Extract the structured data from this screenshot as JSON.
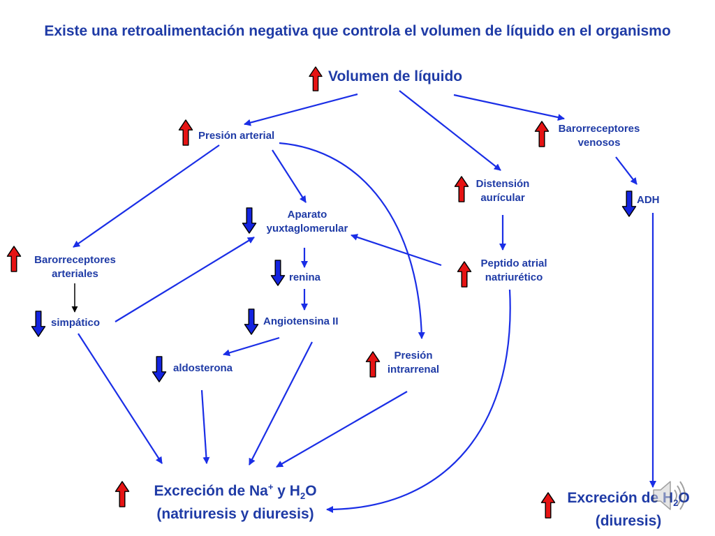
{
  "title": "Existe una retroalimentación negativa que controla el volumen de líquido en el organismo",
  "nodes": {
    "volumen": "Volumen de líquido",
    "presion_arterial": "Presión arterial",
    "baro_venosos": "Barorreceptores venosos",
    "distension": "Distensión aurícular",
    "adh": "ADH",
    "aparato": "Aparato yuxtaglomerular",
    "baro_arteriales": "Barorreceptores arteriales",
    "renina": "renina",
    "peptido": "Peptido atrial natriurético",
    "simpatico": "simpático",
    "angiotensina": "Angiotensina II",
    "aldosterona": "aldosterona",
    "presion_intrarrenal": "Presión intrarrenal",
    "excrecion_na_line1_pre": "Excreción de Na",
    "excrecion_na_sup": "+",
    "excrecion_na_line1_mid": " y H",
    "excrecion_na_sub": "2",
    "excrecion_na_line1_post": "O",
    "excrecion_na_line2": "(natriuresis y diuresis)",
    "excrecion_h2o_line1_pre": "Excreción de H",
    "excrecion_h2o_sub": "2",
    "excrecion_h2o_line1_post": "O",
    "excrecion_h2o_line2": "(diuresis)"
  },
  "indicators": {
    "volumen": "up",
    "presion_arterial": "up",
    "baro_venosos": "up",
    "distension": "up",
    "adh": "down",
    "aparato": "down",
    "baro_arteriales": "up",
    "renina": "down",
    "peptido": "up",
    "simpatico": "down",
    "angiotensina": "down",
    "aldosterona": "down",
    "presion_intrarrenal": "up",
    "excrecion_na": "up",
    "excrecion_h2o": "up"
  },
  "icons": {
    "speaker": "speaker-icon"
  },
  "colors": {
    "text": "#1f3ba6",
    "connector": "#1a2ee6",
    "up_arrow": "#e61414",
    "down_arrow": "#1424e0",
    "black_connector": "#000000"
  }
}
